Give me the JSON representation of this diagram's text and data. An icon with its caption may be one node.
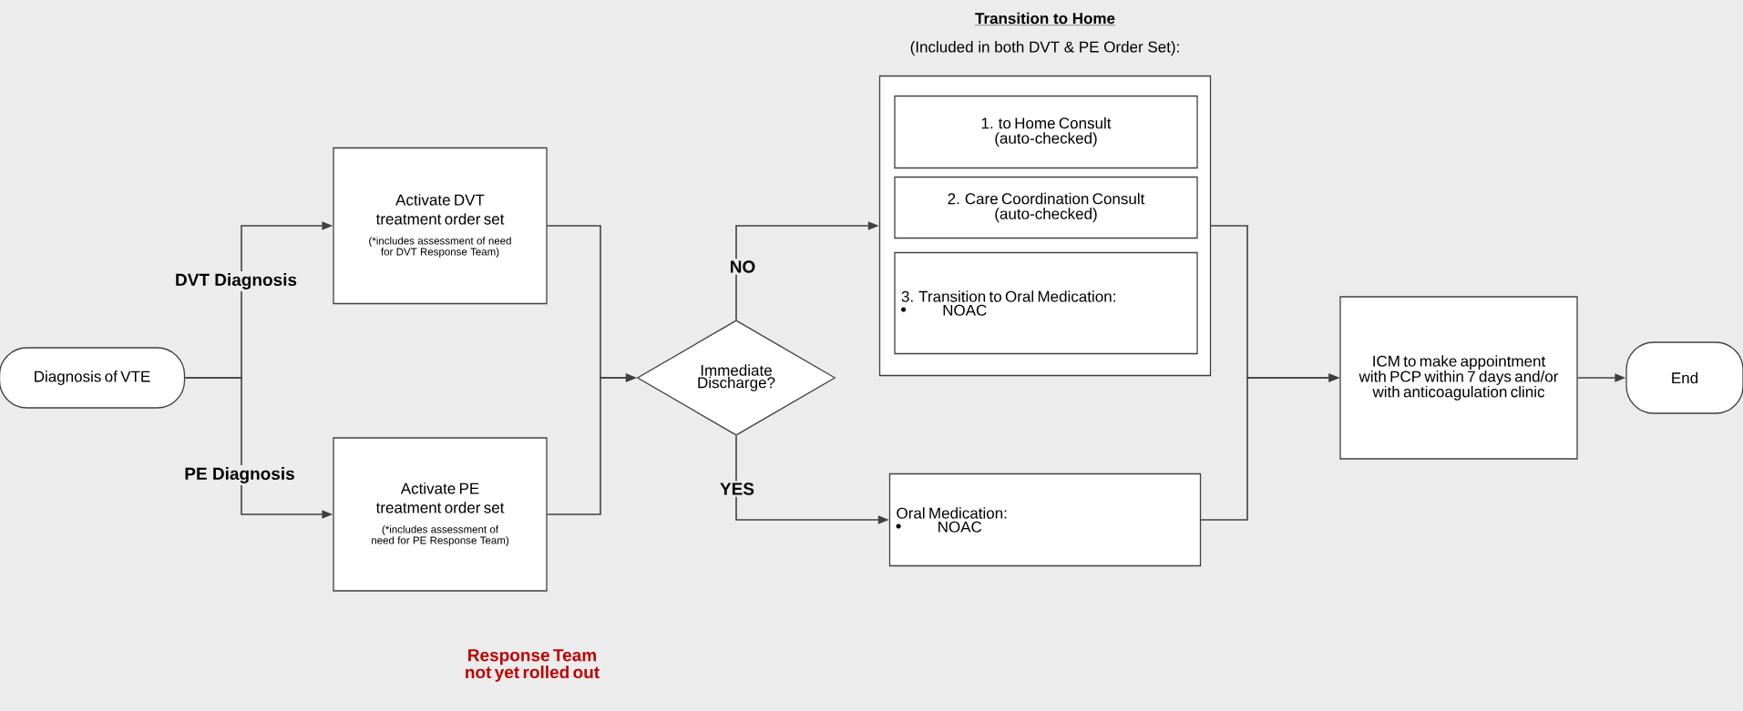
{
  "diagram": {
    "nodes": [
      {
        "text": [
          "Diagnosis of VTE"
        ]
      },
      {
        "text": [
          "Activate DVT treatment order set",
          "(*includes assessment of need for DVT Response Team)"
        ]
      },
      {
        "text": [
          "Activate PE treatment order set",
          "(*includes assessment of need for PE Response Team)"
        ]
      },
      {
        "text": [
          "Immediate Discharge?"
        ]
      },
      {
        "text": [
          "Transition to Home",
          "(Included in both DVT & PE Order Set):"
        ]
      },
      {
        "text": [
          "1. to Home Consult",
          "(auto-checked)"
        ],
        "in": 4
      },
      {
        "text": [
          "2. Care Coordination Consult",
          "(auto-checked)"
        ],
        "in": 4
      },
      {
        "text": [
          "3. Transition to Oral Medication:",
          "NOAC"
        ],
        "in": 4
      },
      {
        "text": [
          "Oral Medication:",
          "NOAC"
        ]
      },
      {
        "text": [
          "ICM to make appointment with PCP within 7 days and/or with anticoagulation clinic"
        ]
      },
      {
        "text": [
          "End"
        ]
      }
    ],
    "edges": [
      {
        "from": 0,
        "to": 1,
        "arrow": "to",
        "label": "DVT Diagnosis"
      },
      {
        "from": 0,
        "to": 2,
        "arrow": "to",
        "label": "PE Diagnosis"
      },
      {
        "from": 1,
        "to": 3,
        "arrow": "to"
      },
      {
        "from": 2,
        "to": 3,
        "arrow": "to"
      },
      {
        "from": 3,
        "to": 4,
        "arrow": "to",
        "label": "NO"
      },
      {
        "from": 3,
        "to": 8,
        "arrow": "to",
        "label": "YES"
      },
      {
        "from": 4,
        "to": 9,
        "arrow": "to"
      },
      {
        "from": 8,
        "to": 9,
        "arrow": "to"
      },
      {
        "from": 9,
        "to": 10,
        "arrow": "to"
      }
    ],
    "labels": [
      "Response Team not yet rolled out"
    ]
  }
}
